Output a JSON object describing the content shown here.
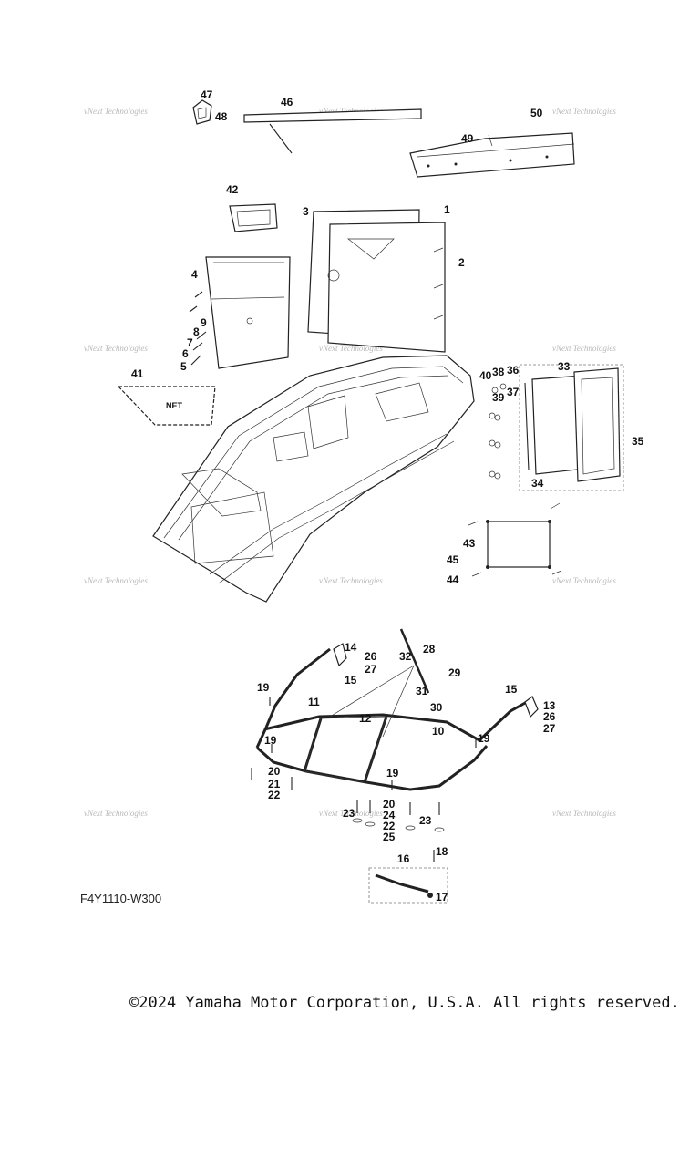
{
  "diagram": {
    "figure_code": "F4Y1110-W300",
    "net_label": "NET",
    "watermark": "vNext Technologies",
    "callouts": [
      "1",
      "2",
      "3",
      "4",
      "5",
      "6",
      "7",
      "8",
      "9",
      "10",
      "11",
      "12",
      "13",
      "14",
      "15",
      "15",
      "16",
      "17",
      "18",
      "19",
      "19",
      "19",
      "19",
      "20",
      "20",
      "21",
      "22",
      "22",
      "23",
      "23",
      "24",
      "25",
      "26",
      "26",
      "27",
      "27",
      "28",
      "29",
      "30",
      "31",
      "32",
      "33",
      "34",
      "35",
      "36",
      "37",
      "38",
      "39",
      "40",
      "41",
      "42",
      "43",
      "44",
      "45",
      "46",
      "47",
      "48",
      "49",
      "50"
    ]
  },
  "footer": {
    "copyright": "©2024 Yamaha Motor Corporation, U.S.A. All rights reserved."
  }
}
